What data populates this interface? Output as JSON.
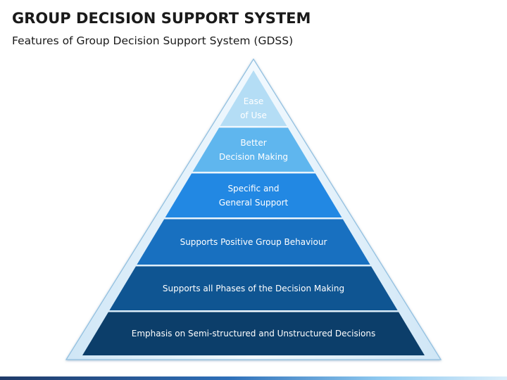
{
  "header": {
    "title": "GROUP DECISION SUPPORT SYSTEM",
    "subtitle": "Features of Group Decision Support System (GDSS)"
  },
  "pyramid": {
    "tiers": [
      {
        "label": "Ease\nof Use",
        "color": "#b4ddf5"
      },
      {
        "label": "Better\nDecision Making",
        "color": "#5fb6ee"
      },
      {
        "label": "Specific and\nGeneral Support",
        "color": "#2288e3"
      },
      {
        "label": "Supports Positive Group Behaviour",
        "color": "#1870c0"
      },
      {
        "label": "Supports all Phases of the Decision Making",
        "color": "#0f5592"
      },
      {
        "label": "Emphasis on Semi-structured and Unstructured Decisions",
        "color": "#0c3e6a"
      }
    ],
    "border_color": "#d8ecf8"
  }
}
